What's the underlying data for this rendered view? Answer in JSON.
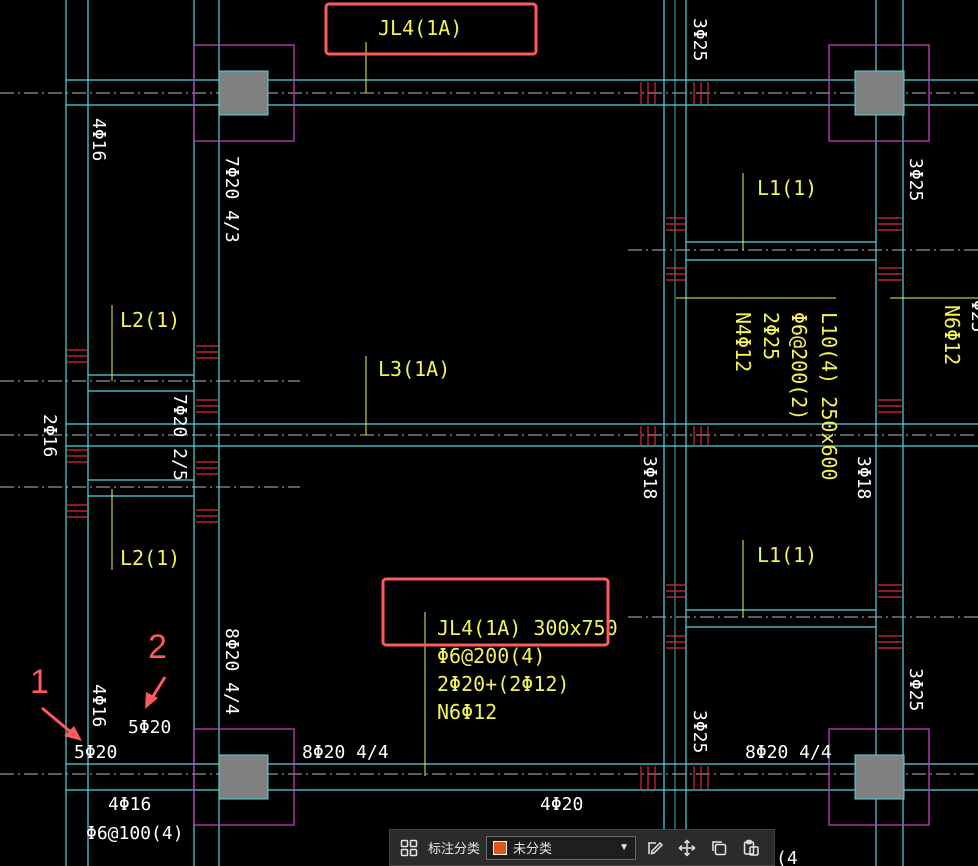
{
  "drawing": {
    "labels": {
      "jl4_top": "JL4(1A)",
      "jl4_mid": "JL4(1A) 300x750",
      "jl4_stirrup": "Φ6@200(4)",
      "jl4_rebar": "2Φ20+(2Φ12)",
      "jl4_side": "N6Φ12",
      "l1_top": "L1(1)",
      "l1_bottom": "L1(1)",
      "l2_top": "L2(1)",
      "l2_bottom": "L2(1)",
      "l3": "L3(1A)",
      "l10": "L10(4) 250x600",
      "l10_stirrup": "Φ6@200(2)",
      "l10_rebar": "2Φ25",
      "l10_side": "N4Φ12",
      "right_side": "N6Φ12",
      "top_3phi25": "3Φ25",
      "right_3phi25_a": "3Φ25",
      "right_3phi25_b": "3Φ25",
      "right_3phi25_c": "3Φ25",
      "mid_3phi18_a": "3Φ18",
      "mid_3phi18_b": "3Φ18",
      "col_7phi20_a": "7Φ20 4/3",
      "col_7phi20_b": "7Φ20 2/5",
      "col_8phi20": "8Φ20 4/4",
      "left_4phi16_a": "4Φ16",
      "left_4phi16_b": "4Φ16",
      "left_2phi16": "2Φ16",
      "bottom_8phi20_a": "8Φ20 4/4",
      "bottom_8phi20_b": "8Φ20 4/4",
      "bottom_4phi20": "4Φ20",
      "bottom_5phi20": "5Φ20",
      "white_5phi20": "5Φ20",
      "bottom_4phi16": "4Φ16",
      "bottom_stirrup": "Φ6@100(4)",
      "partial_right": "Φ25",
      "partial_bottom": "(4"
    },
    "annotations": {
      "marker_1": "1",
      "marker_2": "2"
    },
    "colors": {
      "cyan": "#4fd8e0",
      "yellow": "#f2f25a",
      "magenta": "#c23fc2",
      "red": "#e0283a",
      "highlight": "#ff5a5a",
      "column": "#808080"
    }
  },
  "toolbar": {
    "layout_icon": "grid-icon",
    "category_label": "标注分类",
    "category_value": "未分类",
    "category_color": "#e2551b",
    "edit_icon": "edit-icon",
    "move_icon": "move-icon",
    "copy_icon": "copy-icon",
    "paste_icon": "paste-icon"
  }
}
